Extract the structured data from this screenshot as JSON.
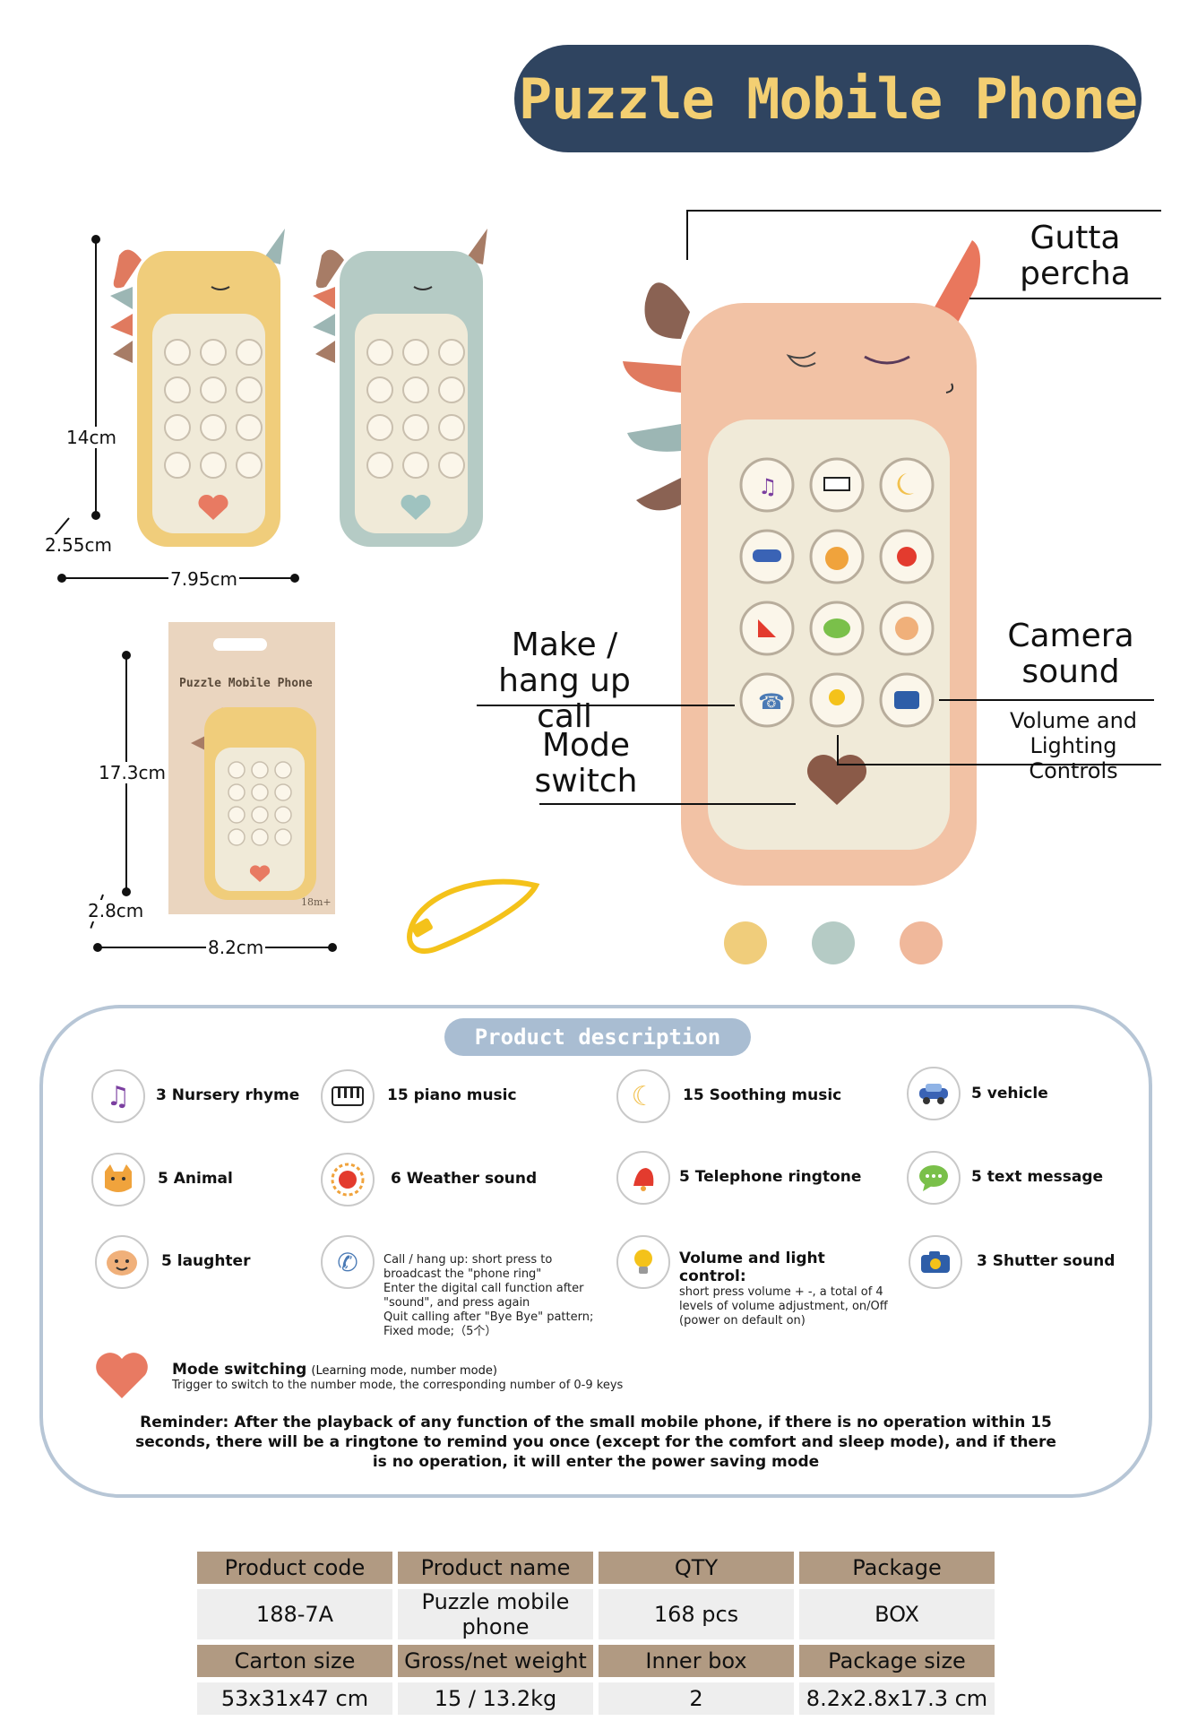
{
  "title": "Puzzle Mobile Phone",
  "dimensions": {
    "height": "14cm",
    "depth": "2.55cm",
    "width": "7.95cm",
    "box_height": "17.3cm",
    "box_depth": "2.8cm",
    "box_width": "8.2cm"
  },
  "box": {
    "label": "Puzzle Mobile Phone",
    "age": "18m+"
  },
  "callouts": {
    "gutta_percha": "Gutta percha",
    "make_hang_up": "Make / hang up call",
    "mode_switch": "Mode switch",
    "camera_sound": "Camera sound",
    "volume_lighting": "Volume and Lighting Controls"
  },
  "colors": {
    "yellow": "#f0cd7b",
    "blue": "#b5cbc5",
    "pink": "#f0b89b",
    "banner": "#2f4460",
    "banner_text": "#f3cf72",
    "table_header": "#b19a82"
  },
  "description": {
    "heading": "Product description",
    "features": [
      {
        "icon": "music-note-icon",
        "label": "3 Nursery rhyme"
      },
      {
        "icon": "piano-icon",
        "label": "15 piano music"
      },
      {
        "icon": "moon-icon",
        "label": "15 Soothing music"
      },
      {
        "icon": "car-icon",
        "label": "5 vehicle"
      },
      {
        "icon": "cat-icon",
        "label": "5 Animal"
      },
      {
        "icon": "sun-icon",
        "label": "6 Weather sound"
      },
      {
        "icon": "bell-icon",
        "label": "5 Telephone ringtone"
      },
      {
        "icon": "chat-icon",
        "label": "5 text message"
      },
      {
        "icon": "baby-face-icon",
        "label": "5 laughter"
      },
      {
        "icon": "phone-icon",
        "label": "Call / hang up: short press to broadcast the \"phone ring\"\nEnter the digital call function after \"sound\", and press again\nQuit calling after \"Bye Bye\" pattern;\nFixed mode;（5个）"
      },
      {
        "icon": "bulb-icon",
        "title": "Volume and light control:",
        "label": "short press volume + -, a total of 4 levels of volume adjustment, on/Off (power on default on)"
      },
      {
        "icon": "camera-icon",
        "label": "3 Shutter sound"
      }
    ],
    "mode_title": "Mode switching",
    "mode_sub": "(Learning mode, number mode)",
    "mode_desc": "Trigger to switch to the number mode, the corresponding number of 0-9 keys",
    "reminder": "Reminder: After the playback of any function of the small mobile phone, if there is no operation within 15 seconds, there will be a ringtone to remind you once (except for the comfort and sleep mode), and if there is no operation, it will enter the power saving mode"
  },
  "specs": {
    "row1_headers": [
      "Product code",
      "Product name",
      "QTY",
      "Package"
    ],
    "row1_values": [
      "188-7A",
      "Puzzle mobile phone",
      "168 pcs",
      "BOX"
    ],
    "row2_headers": [
      "Carton size",
      "Gross/net weight",
      "Inner box",
      "Package size"
    ],
    "row2_values": [
      "53x31x47 cm",
      "15 / 13.2kg",
      "2",
      "8.2x2.8x17.3 cm"
    ]
  }
}
